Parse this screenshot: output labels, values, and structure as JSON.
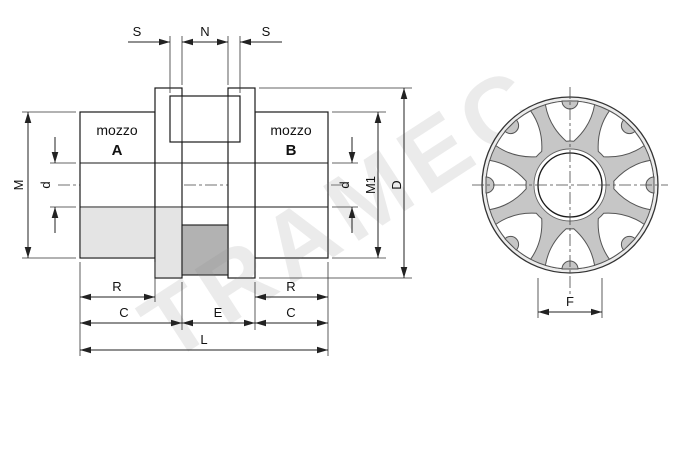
{
  "watermark": {
    "text": "TRAMEC"
  },
  "colors": {
    "light_section": "#e4e4e4",
    "spider_section": "#b2b2b2",
    "star": "#c6c6c6",
    "ring": "#ececec",
    "pocket": "#ffffff"
  },
  "side_view": {
    "hub_a": {
      "word": "mozzo",
      "letter": "A"
    },
    "hub_b": {
      "word": "mozzo",
      "letter": "B"
    },
    "dims": {
      "s_left": "S",
      "n": "N",
      "s_right": "S",
      "m": "M",
      "d_left": "d",
      "d_right": "d",
      "m1": "M1",
      "big_d": "D",
      "r_left": "R",
      "c_left": "C",
      "e": "E",
      "c_right": "C",
      "r_right": "R",
      "l": "L"
    }
  },
  "front_view": {
    "dims": {
      "f": "F"
    }
  }
}
